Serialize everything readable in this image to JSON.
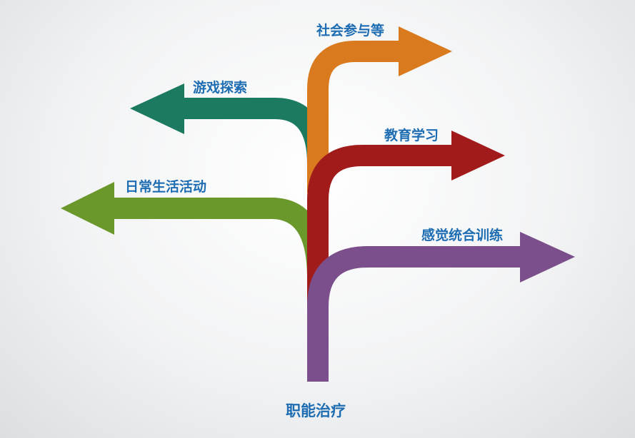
{
  "root": "职能治疗",
  "branches": [
    {
      "label": "社会参与等",
      "color": "#d97a1f",
      "direction": "right"
    },
    {
      "label": "游戏探索",
      "color": "#1b7a60",
      "direction": "left"
    },
    {
      "label": "教育学习",
      "color": "#a21b1b",
      "direction": "right"
    },
    {
      "label": "日常生活活动",
      "color": "#6b982b",
      "direction": "left"
    },
    {
      "label": "感觉统合训练",
      "color": "#7b4f8b",
      "direction": "right"
    }
  ]
}
